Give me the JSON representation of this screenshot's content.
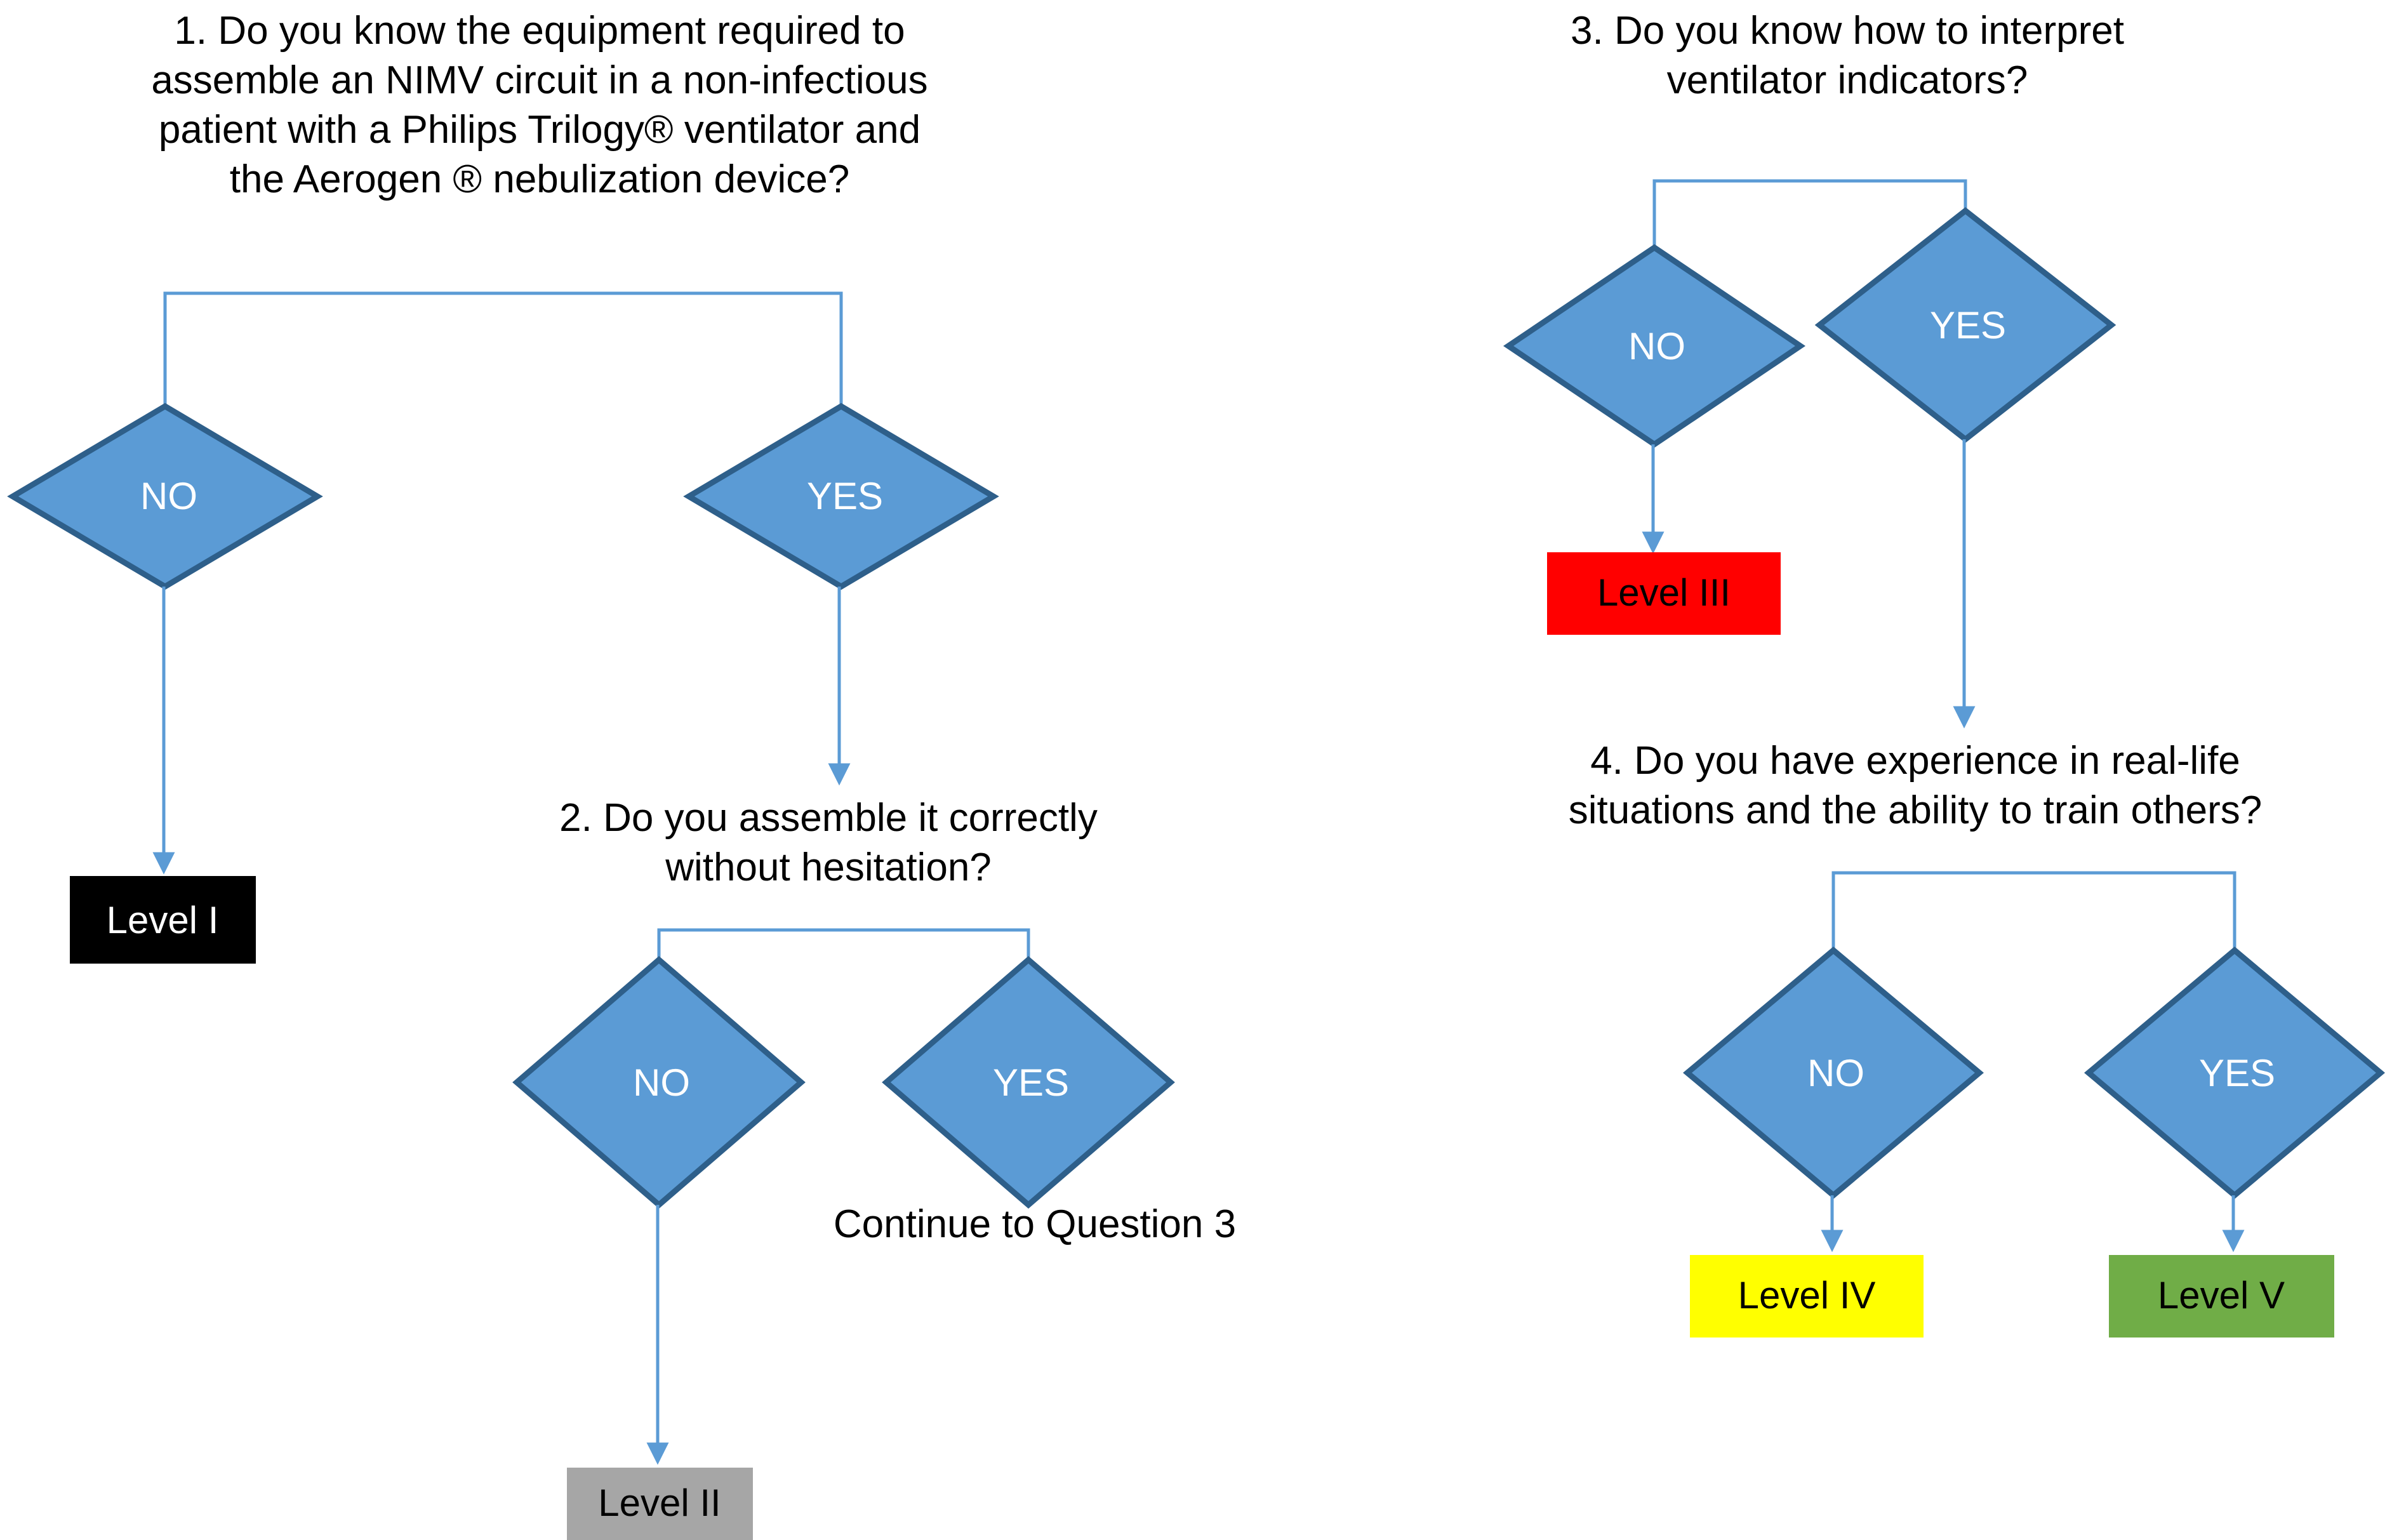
{
  "palette": {
    "diamond_fill": "#5B9BD5",
    "diamond_stroke": "#2E5F8A",
    "connector": "#5B9BD5",
    "text": "#000000",
    "level1_fill": "#000000",
    "level1_text": "#FFFFFF",
    "level2_fill": "#A6A6A6",
    "level2_text": "#000000",
    "level3_fill": "#FF0000",
    "level3_text": "#000000",
    "level4_fill": "#FFFF00",
    "level4_text": "#000000",
    "level5_fill": "#70AD47",
    "level5_text": "#000000",
    "background": "#FFFFFF"
  },
  "questions": {
    "q1": "1. Do you know the equipment required to\nassemble an NIMV circuit in a non-infectious\npatient with a Philips Trilogy® ventilator and\nthe Aerogen ® nebulization device?",
    "q2": "2. Do you assemble it correctly\nwithout hesitation?",
    "q3": "3. Do you know how to interpret\nventilator indicators?",
    "q4": "4. Do you have experience in real-life\nsituations and the ability to train others?"
  },
  "answers": {
    "no": "NO",
    "yes": "YES"
  },
  "levels": {
    "level1": "Level I",
    "level2": "Level II",
    "level3": "Level III",
    "level4": "Level IV",
    "level5": "Level V"
  },
  "notes": {
    "continue_q3": "Continue to Question 3"
  },
  "chart_data": {
    "type": "flowchart",
    "title": "NIMV competency assessment decision tree",
    "nodes": [
      {
        "id": "q1",
        "kind": "question",
        "label": "1. Do you know the equipment required to assemble an NIMV circuit in a non-infectious patient with a Philips Trilogy® ventilator and the Aerogen ® nebulization device?"
      },
      {
        "id": "q1-no",
        "kind": "decision-diamond",
        "label": "NO"
      },
      {
        "id": "q1-yes",
        "kind": "decision-diamond",
        "label": "YES"
      },
      {
        "id": "level1",
        "kind": "outcome-box",
        "label": "Level I",
        "fill": "#000000"
      },
      {
        "id": "q2",
        "kind": "question",
        "label": "2. Do you assemble it correctly without hesitation?"
      },
      {
        "id": "q2-no",
        "kind": "decision-diamond",
        "label": "NO"
      },
      {
        "id": "q2-yes",
        "kind": "decision-diamond",
        "label": "YES"
      },
      {
        "id": "level2",
        "kind": "outcome-box",
        "label": "Level II",
        "fill": "#A6A6A6"
      },
      {
        "id": "continue",
        "kind": "note",
        "label": "Continue to Question 3"
      },
      {
        "id": "q3",
        "kind": "question",
        "label": "3. Do you know how to interpret ventilator indicators?"
      },
      {
        "id": "q3-no",
        "kind": "decision-diamond",
        "label": "NO"
      },
      {
        "id": "q3-yes",
        "kind": "decision-diamond",
        "label": "YES"
      },
      {
        "id": "level3",
        "kind": "outcome-box",
        "label": "Level III",
        "fill": "#FF0000"
      },
      {
        "id": "q4",
        "kind": "question",
        "label": "4. Do you have experience in real-life situations and the ability to train others?"
      },
      {
        "id": "q4-no",
        "kind": "decision-diamond",
        "label": "NO"
      },
      {
        "id": "q4-yes",
        "kind": "decision-diamond",
        "label": "YES"
      },
      {
        "id": "level4",
        "kind": "outcome-box",
        "label": "Level IV",
        "fill": "#FFFF00"
      },
      {
        "id": "level5",
        "kind": "outcome-box",
        "label": "Level V",
        "fill": "#70AD47"
      }
    ],
    "edges": [
      {
        "from": "q1",
        "to": "q1-no"
      },
      {
        "from": "q1",
        "to": "q1-yes"
      },
      {
        "from": "q1-no",
        "to": "level1"
      },
      {
        "from": "q1-yes",
        "to": "q2"
      },
      {
        "from": "q2",
        "to": "q2-no"
      },
      {
        "from": "q2",
        "to": "q2-yes"
      },
      {
        "from": "q2-no",
        "to": "level2"
      },
      {
        "from": "q2-yes",
        "to": "continue"
      },
      {
        "from": "q3",
        "to": "q3-no"
      },
      {
        "from": "q3",
        "to": "q3-yes"
      },
      {
        "from": "q3-no",
        "to": "level3"
      },
      {
        "from": "q3-yes",
        "to": "q4"
      },
      {
        "from": "q4",
        "to": "q4-no"
      },
      {
        "from": "q4",
        "to": "q4-yes"
      },
      {
        "from": "q4-no",
        "to": "level4"
      },
      {
        "from": "q4-yes",
        "to": "level5"
      }
    ]
  }
}
